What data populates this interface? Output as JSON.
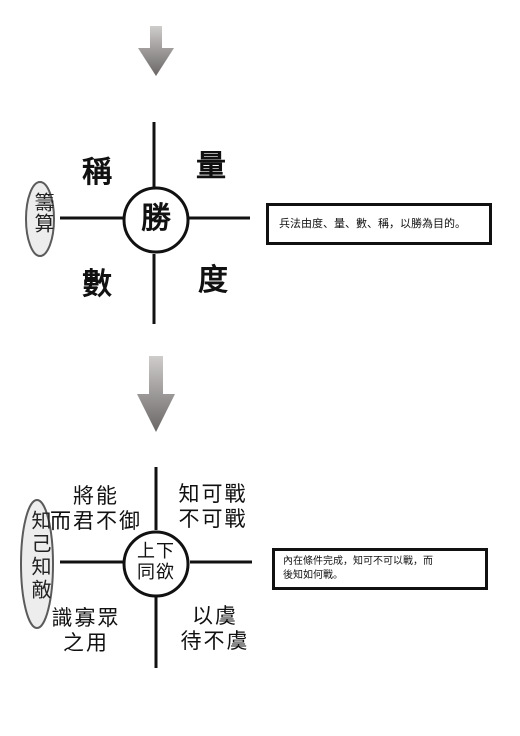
{
  "diagram1": {
    "center": "勝",
    "top_left": "稱",
    "top_right": "量",
    "bottom_left": "數",
    "bottom_right": "度",
    "side_oval": "籌算",
    "note": "兵法由度、量、數、稱，以勝為目的。"
  },
  "diagram2": {
    "center_line1": "上下",
    "center_line2": "同欲",
    "top_left_line1": "將能",
    "top_left_line2": "而君不御",
    "top_right_line1": "知可戰",
    "top_right_line2": "不可戰",
    "bottom_left_line1": "識寡眾",
    "bottom_left_line2": "之用",
    "bottom_right_line1": "以虞",
    "bottom_right_line2": "待不虞",
    "side_oval": "知己知敵",
    "note_line1": "內在條件完成，知可不可以戰，而",
    "note_line2": "後知如何戰。"
  },
  "colors": {
    "arrow_top": "#c9c6c6",
    "arrow_bottom": "#6e6a6a",
    "oval_fill": "#ededed",
    "oval_stroke": "#5b5b5b"
  }
}
